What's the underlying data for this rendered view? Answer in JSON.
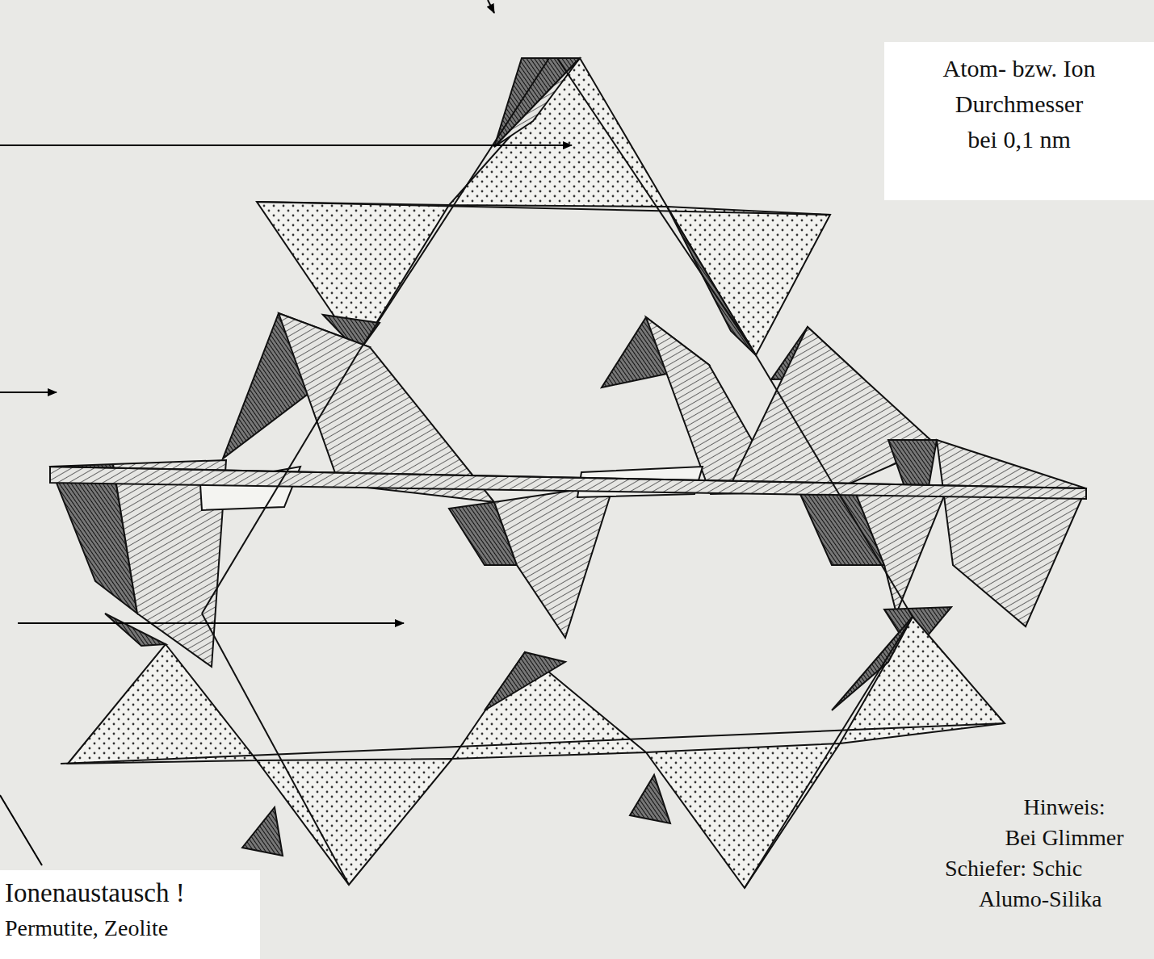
{
  "diagram": {
    "labels": [
      "Atom- bzw. Ion",
      "Durchmesser",
      "bei 0,1 nm",
      "Hinweis:",
      "Bei Glimmer",
      "Schiefer: Schic",
      "Alumo-Silika",
      "Ionenaustausch !",
      "Permutite, Zeolite"
    ]
  }
}
